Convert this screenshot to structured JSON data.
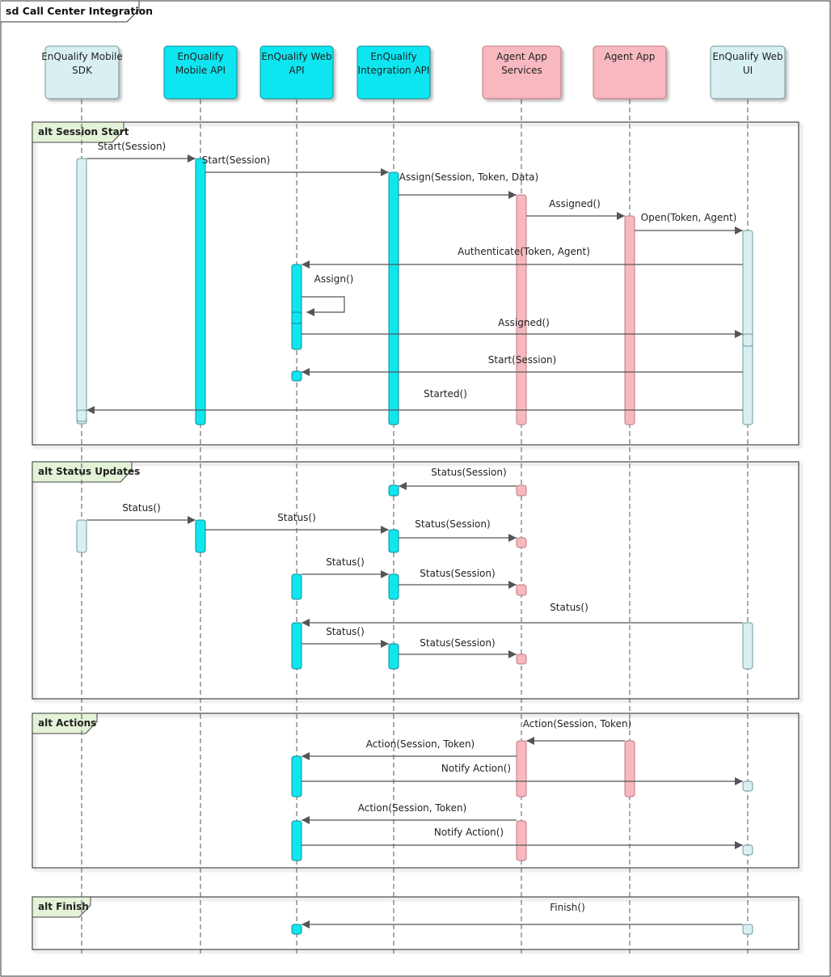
{
  "diagram": {
    "title": "sd Call Center Integration",
    "colors": {
      "cyan_fill": "#10e6f0",
      "cyan_stroke": "#0a8f96",
      "light_fill": "#d8f0f2",
      "light_stroke": "#6f9aa0",
      "pink_fill": "#f7b8c0",
      "pink_stroke": "#c07882",
      "fragment_label_fill": "#e4f3d8",
      "line": "#555555",
      "frame": "#333333"
    },
    "lifelines": [
      {
        "id": "sdk",
        "name": "EnQualify Mobile SDK",
        "label_lines": [
          "EnQualify Mobile",
          "SDK"
        ],
        "style": "light"
      },
      {
        "id": "mapi",
        "name": "EnQualify Mobile API",
        "label_lines": [
          "EnQualify",
          "Mobile API"
        ],
        "style": "cyan"
      },
      {
        "id": "wapi",
        "name": "EnQualify Web API",
        "label_lines": [
          "EnQualify Web",
          "API"
        ],
        "style": "cyan"
      },
      {
        "id": "iapi",
        "name": "EnQualify Integration API",
        "label_lines": [
          "EnQualify",
          "Integration API"
        ],
        "style": "cyan"
      },
      {
        "id": "aas",
        "name": "Agent App Services",
        "label_lines": [
          "Agent App",
          "Services"
        ],
        "style": "pink"
      },
      {
        "id": "aa",
        "name": "Agent App",
        "label_lines": [
          "Agent App"
        ],
        "style": "pink"
      },
      {
        "id": "wui",
        "name": "EnQualify Web UI",
        "label_lines": [
          "EnQualify Web",
          "UI"
        ],
        "style": "light"
      }
    ],
    "fragments": [
      {
        "id": "session-start",
        "label": "alt Session Start"
      },
      {
        "id": "status-updates",
        "label": "alt Status Updates"
      },
      {
        "id": "actions",
        "label": "alt Actions"
      },
      {
        "id": "finish",
        "label": "alt Finish"
      }
    ],
    "messages": [
      {
        "from": "sdk",
        "to": "mapi",
        "label": "Start(Session)",
        "fragment": "session-start"
      },
      {
        "from": "mapi",
        "to": "iapi",
        "label": "Start(Session)",
        "fragment": "session-start"
      },
      {
        "from": "iapi",
        "to": "aas",
        "label": "Assign(Session, Token, Data)",
        "fragment": "session-start"
      },
      {
        "from": "aas",
        "to": "aa",
        "label": "Assigned()",
        "fragment": "session-start"
      },
      {
        "from": "aa",
        "to": "wui",
        "label": "Open(Token, Agent)",
        "fragment": "session-start"
      },
      {
        "from": "wui",
        "to": "wapi",
        "label": "Authenticate(Token, Agent)",
        "fragment": "session-start"
      },
      {
        "from": "wapi",
        "to": "wapi",
        "label": "Assign()",
        "fragment": "session-start"
      },
      {
        "from": "wapi",
        "to": "wui",
        "label": "Assigned()",
        "fragment": "session-start"
      },
      {
        "from": "wui",
        "to": "wapi",
        "label": "Start(Session)",
        "fragment": "session-start"
      },
      {
        "from": "wui",
        "to": "sdk",
        "label": "Started()",
        "fragment": "session-start"
      },
      {
        "from": "aas",
        "to": "iapi",
        "label": "Status(Session)",
        "fragment": "status-updates"
      },
      {
        "from": "sdk",
        "to": "mapi",
        "label": "Status()",
        "fragment": "status-updates"
      },
      {
        "from": "mapi",
        "to": "iapi",
        "label": "Status()",
        "fragment": "status-updates"
      },
      {
        "from": "iapi",
        "to": "aas",
        "label": "Status(Session)",
        "fragment": "status-updates"
      },
      {
        "from": "wapi",
        "to": "iapi",
        "label": "Status()",
        "fragment": "status-updates"
      },
      {
        "from": "iapi",
        "to": "aas",
        "label": "Status(Session)",
        "fragment": "status-updates"
      },
      {
        "from": "wui",
        "to": "wapi",
        "label": "Status()",
        "fragment": "status-updates"
      },
      {
        "from": "wapi",
        "to": "iapi",
        "label": "Status()",
        "fragment": "status-updates"
      },
      {
        "from": "iapi",
        "to": "aas",
        "label": "Status(Session)",
        "fragment": "status-updates"
      },
      {
        "from": "aa",
        "to": "aas",
        "label": "Action(Session, Token)",
        "fragment": "actions"
      },
      {
        "from": "aas",
        "to": "wapi",
        "label": "Action(Session, Token)",
        "fragment": "actions"
      },
      {
        "from": "wapi",
        "to": "wui",
        "label": "Notify Action()",
        "fragment": "actions"
      },
      {
        "from": "aas",
        "to": "wapi",
        "label": "Action(Session, Token)",
        "fragment": "actions"
      },
      {
        "from": "wapi",
        "to": "wui",
        "label": "Notify Action()",
        "fragment": "actions"
      },
      {
        "from": "wui",
        "to": "wapi",
        "label": "Finish()",
        "fragment": "finish"
      }
    ]
  }
}
